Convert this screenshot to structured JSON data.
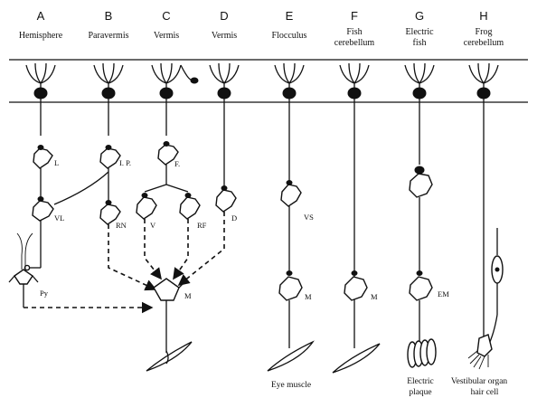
{
  "columns": [
    {
      "letter": "A",
      "title": [
        "Hemisphere"
      ]
    },
    {
      "letter": "B",
      "title": [
        "Paravermis"
      ]
    },
    {
      "letter": "C",
      "title": [
        "Vermis"
      ]
    },
    {
      "letter": "D",
      "title": [
        "Vermis"
      ]
    },
    {
      "letter": "E",
      "title": [
        "Flocculus"
      ]
    },
    {
      "letter": "F",
      "title": [
        "Fish",
        "cerebellum"
      ]
    },
    {
      "letter": "G",
      "title": [
        "Electric",
        "fish"
      ]
    },
    {
      "letter": "H",
      "title": [
        "Frog",
        "cerebellum"
      ]
    }
  ],
  "neuron_labels": {
    "l_a": "L",
    "vl": "VL",
    "py": "Py",
    "ip": "I. P.",
    "rn": "RN",
    "f": "F.",
    "v": "V",
    "rf": "RF",
    "d": "D",
    "vs": "VS",
    "m_main": "M",
    "m_e": "M",
    "m_f": "M",
    "em": "EM"
  },
  "captions": {
    "eye_muscle": "Eye muscle",
    "electric_plaque": [
      "Electric",
      "plaque"
    ],
    "vestibular": [
      "Vestibular organ",
      "hair cell"
    ]
  }
}
